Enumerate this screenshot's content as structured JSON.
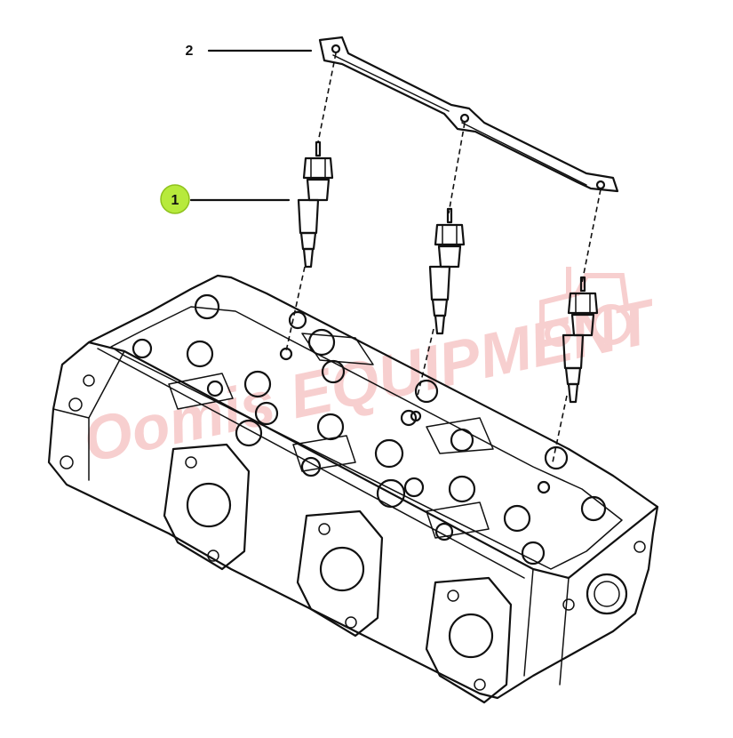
{
  "callouts": [
    {
      "label": "1",
      "highlighted": true,
      "color": "#b7ea3c"
    },
    {
      "label": "2",
      "highlighted": false
    }
  ],
  "watermark": {
    "text": "Oomis EQUIPMENT",
    "color": "#f2a8a8",
    "icon": "tractor-icon"
  },
  "parts": {
    "glow_plug_count": 3
  }
}
